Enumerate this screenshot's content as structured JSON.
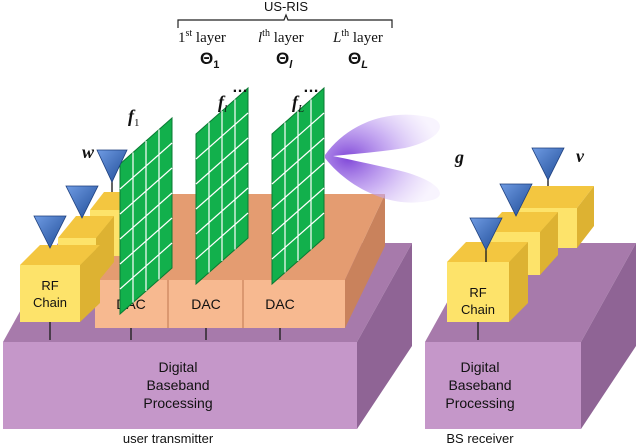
{
  "title": "US-RIS",
  "layers": {
    "first_prefix": "1",
    "first_sup": "st",
    "mid_prefix": "l",
    "mid_sup": "th",
    "last_prefix": "L",
    "last_sup": "th",
    "suffix": "layer",
    "theta_symbol": "Θ",
    "theta_sub": [
      "1",
      "l",
      "L"
    ],
    "ellipsis": "…"
  },
  "vectors": {
    "f_symbol": "f",
    "f_sub": [
      "1",
      "l",
      "L"
    ],
    "w": "w",
    "g": "g",
    "v": "v"
  },
  "transmitter": {
    "rf_line1": "RF",
    "rf_line2": "Chain",
    "dac": [
      "DAC",
      "DAC",
      "DAC"
    ],
    "baseband_lines": [
      "Digital",
      "Baseband",
      "Processing"
    ],
    "caption": "user transmitter"
  },
  "receiver": {
    "rf_line1": "RF",
    "rf_line2": "Chain",
    "baseband_lines": [
      "Digital",
      "Baseband",
      "Processing"
    ],
    "caption": "BS receiver"
  },
  "colors": {
    "baseband_front": "#c597c9",
    "baseband_top": "#a77aab",
    "baseband_side": "#8f6495",
    "rf_front": "#fde36a",
    "rf_top": "#f3c640",
    "rf_side": "#ddb232",
    "dac_front": "#f7b990",
    "dac_top": "#e49c71",
    "ris_panel": "#12b04c",
    "ris_line": "#ffffff",
    "antenna": "#3b6fbf",
    "beam": "#b98ee8"
  }
}
